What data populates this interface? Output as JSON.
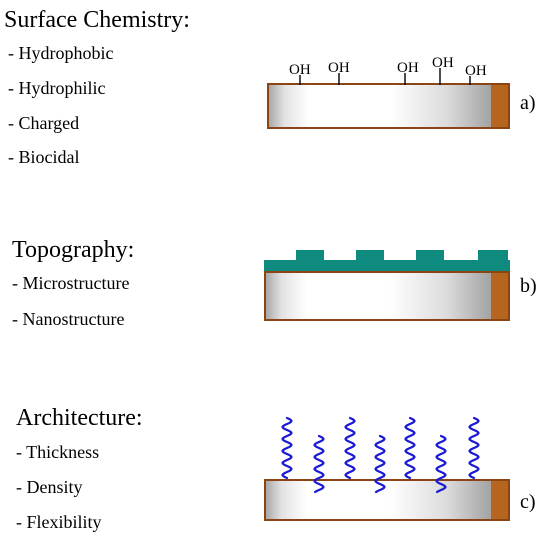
{
  "panels": [
    {
      "heading": "Surface Chemistry:",
      "items": [
        "- Hydrophobic",
        "- Hydrophilic",
        "- Charged",
        "- Biocidal"
      ],
      "tag": "a)",
      "group_label": "OH"
    },
    {
      "heading": "Topography:",
      "items": [
        "- Microstructure",
        "- Nanostructure"
      ],
      "tag": "b)"
    },
    {
      "heading": "Architecture:",
      "items": [
        "- Thickness",
        "- Density",
        "- Flexibility"
      ],
      "tag": "c)"
    }
  ],
  "colors": {
    "substrate_border": "#8b4513",
    "substrate_edge": "#b5651d",
    "topography_blocks": "#0f8a7e",
    "polymer_chains": "#1a1ad6"
  }
}
